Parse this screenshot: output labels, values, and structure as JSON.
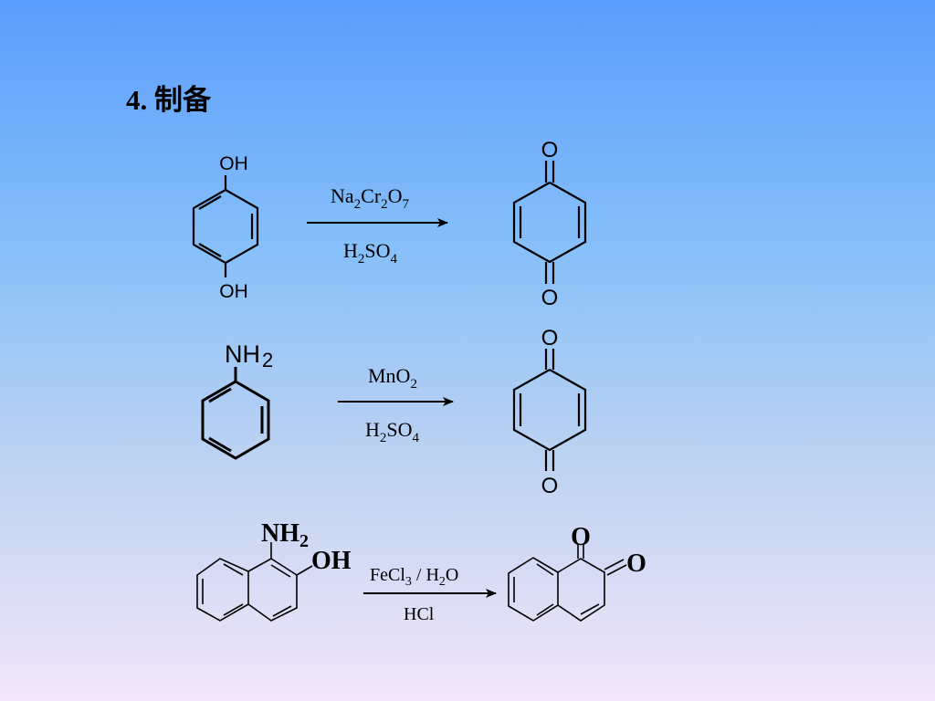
{
  "title": "4. 制备",
  "reaction1": {
    "reactant_top": "OH",
    "reactant_bottom": "OH",
    "reagent_above": {
      "main": "Na",
      "s1": "2",
      "m2": "Cr",
      "s2": "2",
      "m3": "O",
      "s3": "7"
    },
    "reagent_below": {
      "main": "H",
      "s1": "2",
      "m2": "SO",
      "s2": "4"
    },
    "product_top": "O",
    "product_bottom": "O"
  },
  "reaction2": {
    "reactant_group": {
      "main": "NH",
      "sub": "2"
    },
    "reagent_above": {
      "main": "MnO",
      "s1": "2"
    },
    "reagent_below": {
      "main": "H",
      "s1": "2",
      "m2": "SO",
      "s2": "4"
    },
    "product_top": "O",
    "product_bottom": "O"
  },
  "reaction3": {
    "reactant_nh2": {
      "main": "NH",
      "sub": "2"
    },
    "reactant_oh": "OH",
    "reagent_above": {
      "main": "FeCl",
      "s1": "3",
      "m2": " / H",
      "s2": "2",
      "m3": "O"
    },
    "reagent_below": "HCl",
    "product_o1": "O",
    "product_o2": "O"
  }
}
